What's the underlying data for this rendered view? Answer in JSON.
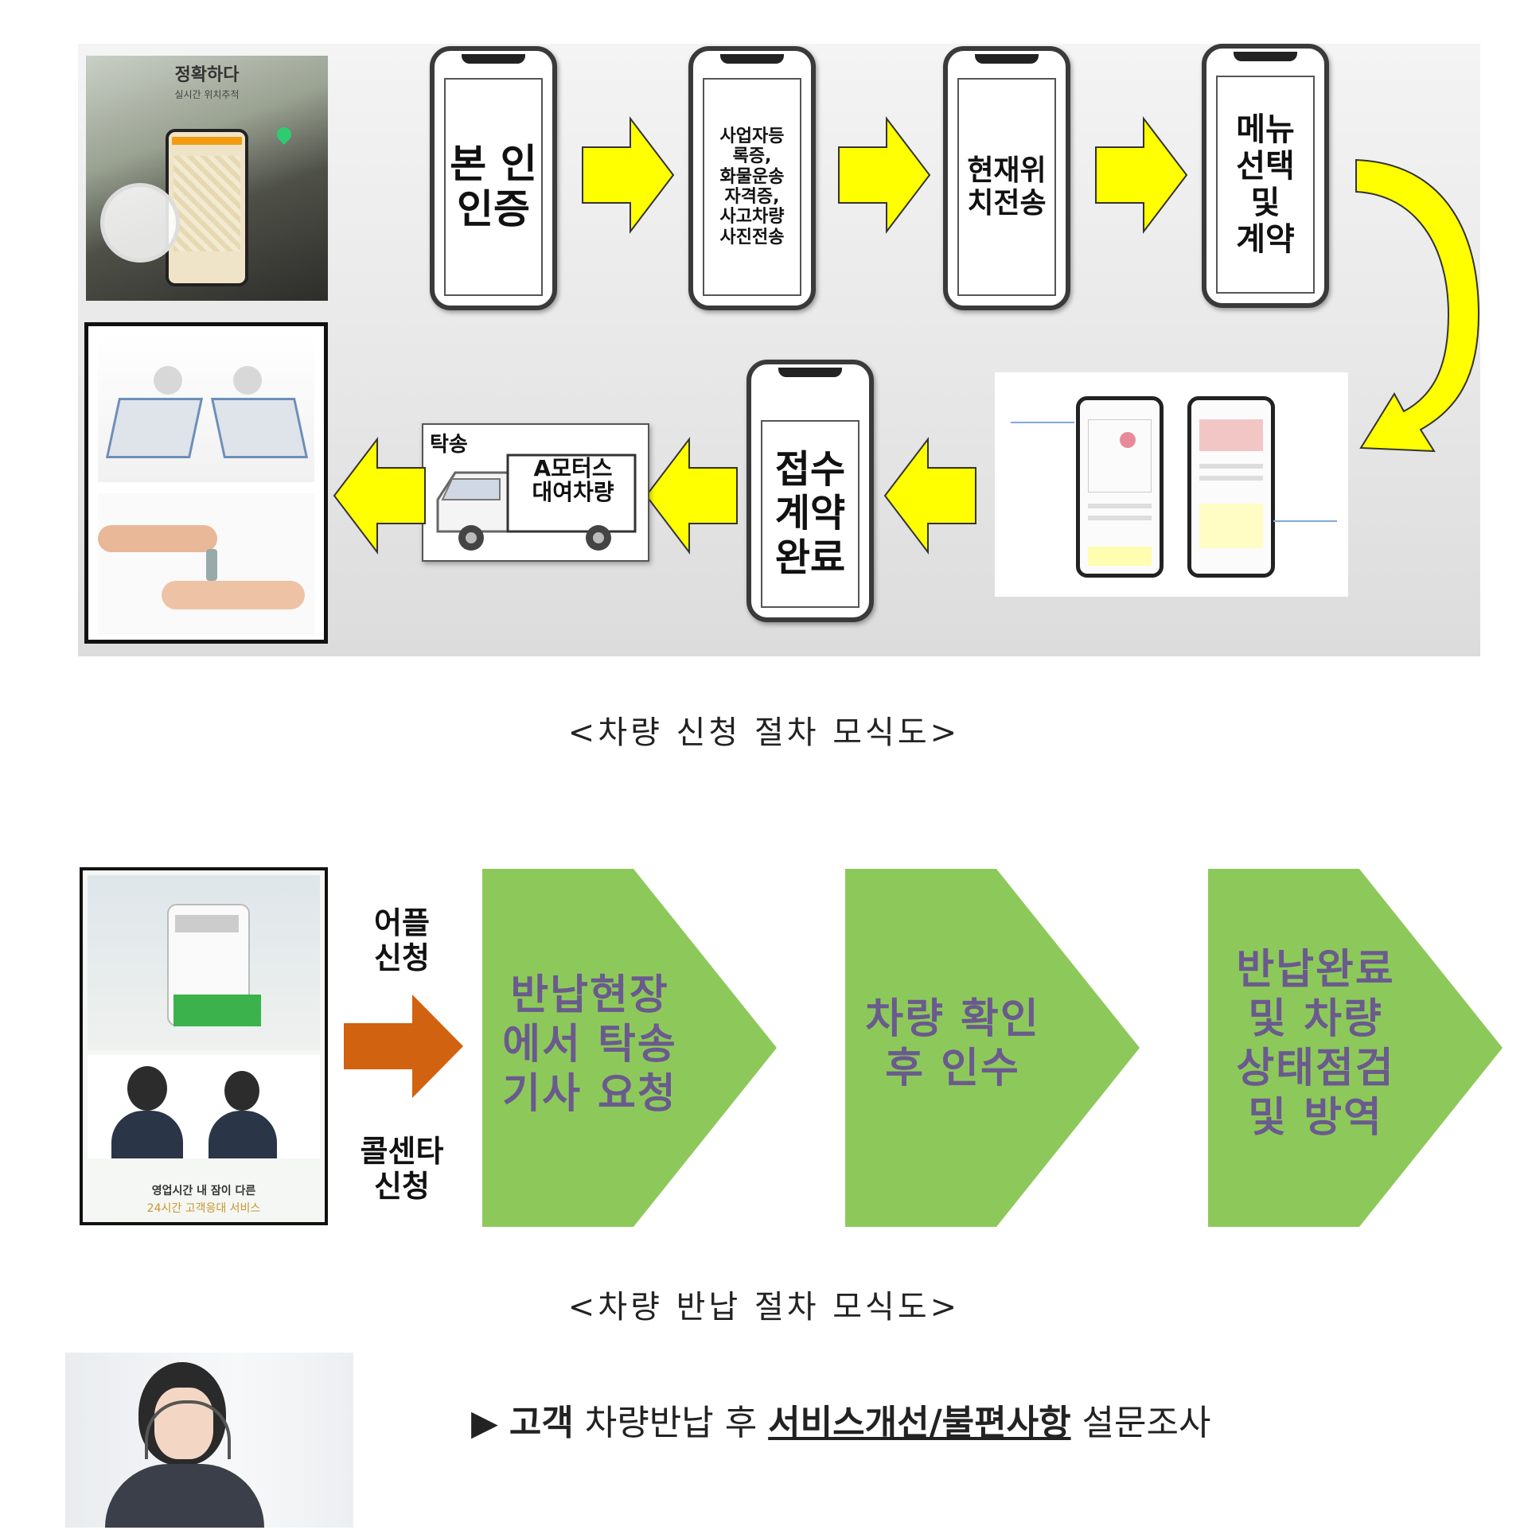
{
  "top": {
    "ad_headline": "정확하다",
    "ad_subline": "실시간 위치추적",
    "steps": [
      {
        "label": "본 인\n인증"
      },
      {
        "label": "사업자등\n록증,\n화물운송\n자격증,\n사고차량\n사진전송"
      },
      {
        "label": "현재위\n치전송"
      },
      {
        "label": "메뉴\n선택\n및\n계약"
      },
      {
        "label": "접수\n계약\n완료"
      }
    ],
    "truck_tag": "탁송",
    "truck_label": "A모터스\n대여차량",
    "caption": "<차량 신청 절차 모식도>"
  },
  "bottom": {
    "app_label": "어플\n신청",
    "call_label": "콜센타\n신청",
    "poster_line1": "영업시간 내 잠이 다른",
    "poster_line2": "24시간 고객응대 서비스",
    "steps": [
      {
        "label": "반납현장\n에서 탁송\n기사 요청"
      },
      {
        "label": "차량 확인\n후 인수"
      },
      {
        "label": "반납완료\n및 차량\n상태점검\n및 방역"
      }
    ],
    "caption": "<차량 반납 절차 모식도>"
  },
  "survey": {
    "bullet": "▶",
    "part1": "고객",
    "part2": " 차량반납 후 ",
    "part3": "서비스개선/불편사항",
    "part4": " 설문조사"
  },
  "colors": {
    "yellow_arrow": "#ffff00",
    "green_box": "#8dc95a",
    "orange_arrow": "#d1620f",
    "green_text": "#6a5a8e"
  }
}
